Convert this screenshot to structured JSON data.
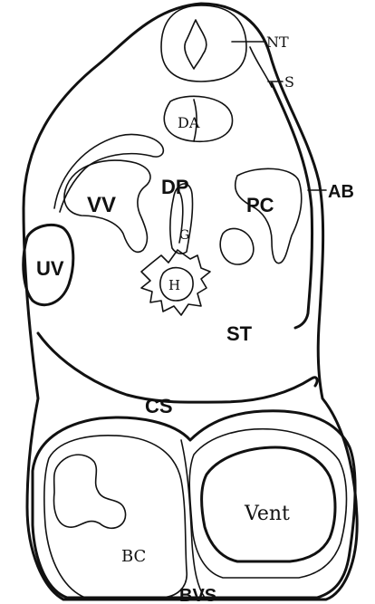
{
  "labels": {
    "nt": "NT",
    "s": "S",
    "da": "DA",
    "dp": "DP",
    "vv": "VV",
    "pc": "PC",
    "ab": "AB",
    "uv": "UV",
    "g": "G",
    "h": "H",
    "st": "ST",
    "cs": "CS",
    "vent": "Vent",
    "bc": "BC",
    "bvs": "BVS"
  },
  "colors": {
    "ink": "#111111",
    "background": "#ffffff"
  }
}
